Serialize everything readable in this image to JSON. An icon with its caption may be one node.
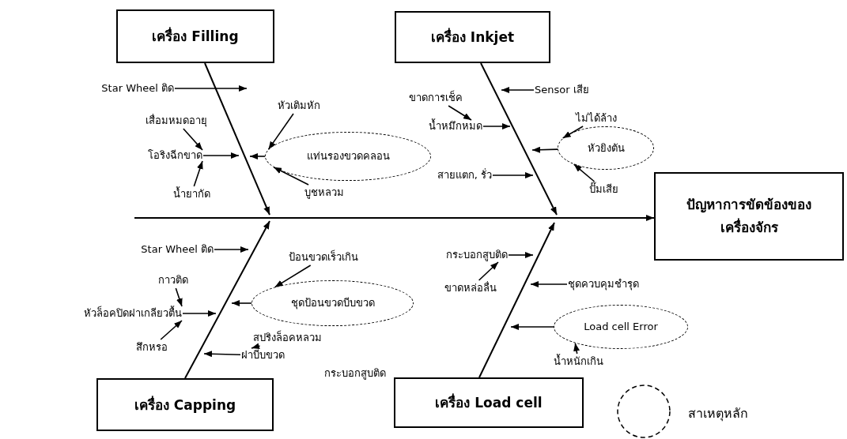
{
  "diagram": {
    "nodes": [
      {
        "text": [
          "เครื่อง Filling"
        ]
      },
      {
        "text": [
          "เครื่อง Inkjet"
        ]
      },
      {
        "text": [
          "ปัญหาการขัดข้องของเครื่องจักร"
        ]
      },
      {
        "text": [
          "เครื่อง Capping"
        ]
      },
      {
        "text": [
          "เครื่อง Load cell"
        ]
      },
      {
        "text": [
          "Star Wheel ติด"
        ]
      },
      {
        "text": [
          "หัวเติมหัก"
        ]
      },
      {
        "text": [
          "เสื่อมหมดอายุ"
        ]
      },
      {
        "text": [
          "โอริงฉีกขาด"
        ]
      },
      {
        "text": [
          "แท่นรองขวดคลอน"
        ]
      },
      {
        "text": [
          "น้ำยากัด"
        ]
      },
      {
        "text": [
          "บูชหลวม"
        ]
      },
      {
        "text": [
          "ขาดการเช็ค"
        ]
      },
      {
        "text": [
          "Sensor เสีย"
        ]
      },
      {
        "text": [
          "น้ำหมึกหมด"
        ]
      },
      {
        "text": [
          "ไม่ได้ล้าง"
        ]
      },
      {
        "text": [
          "หัวยิงตัน"
        ]
      },
      {
        "text": [
          "สายแตก, รั่ว"
        ]
      },
      {
        "text": [
          "ปั๊มเสีย"
        ]
      },
      {
        "text": [
          "Star Wheel ติด"
        ]
      },
      {
        "text": [
          "ป้อนขวดเร็วเกิน"
        ]
      },
      {
        "text": [
          "กระบอกสูบติด"
        ]
      },
      {
        "text": [
          "กาวติด"
        ]
      },
      {
        "text": [
          "ชุดป้อนขวดบีบขวด"
        ]
      },
      {
        "text": [
          "ขาดหล่อลื่น"
        ]
      },
      {
        "text": [
          "หัวล็อคปิดฝาเกลียวตื้น"
        ]
      },
      {
        "text": [
          "ชุดควบคุมชำรุด"
        ]
      },
      {
        "text": [
          "สึกหรอ"
        ]
      },
      {
        "text": [
          "สปริงล็อคหลวม"
        ]
      },
      {
        "text": [
          "Load cell Error"
        ]
      },
      {
        "text": [
          "ฝาบีบขวด"
        ]
      },
      {
        "text": [
          "น้ำหนักเกิน"
        ]
      }
    ],
    "edges": [
      {
        "from": null,
        "to": 2,
        "arrow": "to"
      },
      {
        "from": 0,
        "to": null,
        "arrow": "to"
      },
      {
        "from": 1,
        "to": null,
        "arrow": "to"
      },
      {
        "from": 3,
        "to": null,
        "arrow": "to"
      },
      {
        "from": 4,
        "to": null,
        "arrow": "to"
      },
      {
        "from": 5,
        "to": null,
        "arrow": "to"
      },
      {
        "from": 6,
        "to": 9,
        "arrow": "to"
      },
      {
        "from": 7,
        "to": 8,
        "arrow": "to"
      },
      {
        "from": 8,
        "to": null,
        "arrow": "to"
      },
      {
        "from": 9,
        "to": null,
        "arrow": "to"
      },
      {
        "from": 10,
        "to": 8,
        "arrow": "to"
      },
      {
        "from": 11,
        "to": 9,
        "arrow": "to"
      },
      {
        "from": 12,
        "to": 14,
        "arrow": "to"
      },
      {
        "from": 13,
        "to": null,
        "arrow": "to"
      },
      {
        "from": 14,
        "to": null,
        "arrow": "to"
      },
      {
        "from": 15,
        "to": 16,
        "arrow": "to"
      },
      {
        "from": 16,
        "to": null,
        "arrow": "to"
      },
      {
        "from": 17,
        "to": null,
        "arrow": "to"
      },
      {
        "from": 18,
        "to": 16,
        "arrow": "to"
      },
      {
        "from": 19,
        "to": null,
        "arrow": "to"
      },
      {
        "from": 20,
        "to": 23,
        "arrow": "to"
      },
      {
        "from": 21,
        "to": null,
        "arrow": "to"
      },
      {
        "from": 22,
        "to": 25,
        "arrow": "to"
      },
      {
        "from": 23,
        "to": null,
        "arrow": "to"
      },
      {
        "from": 24,
        "to": 21,
        "arrow": "to"
      },
      {
        "from": 25,
        "to": null,
        "arrow": "to"
      },
      {
        "from": 26,
        "to": null,
        "arrow": "to"
      },
      {
        "from": 27,
        "to": 25,
        "arrow": "to"
      },
      {
        "from": 28,
        "to": 30,
        "arrow": "to"
      },
      {
        "from": 29,
        "to": null,
        "arrow": "to"
      },
      {
        "from": 30,
        "to": null,
        "arrow": "to"
      },
      {
        "from": 31,
        "to": 29,
        "arrow": "to"
      }
    ],
    "labels": [
      "กระบอกสูบติด"
    ],
    "legend": [
      {
        "text": "สาเหตุหลัก"
      }
    ]
  }
}
